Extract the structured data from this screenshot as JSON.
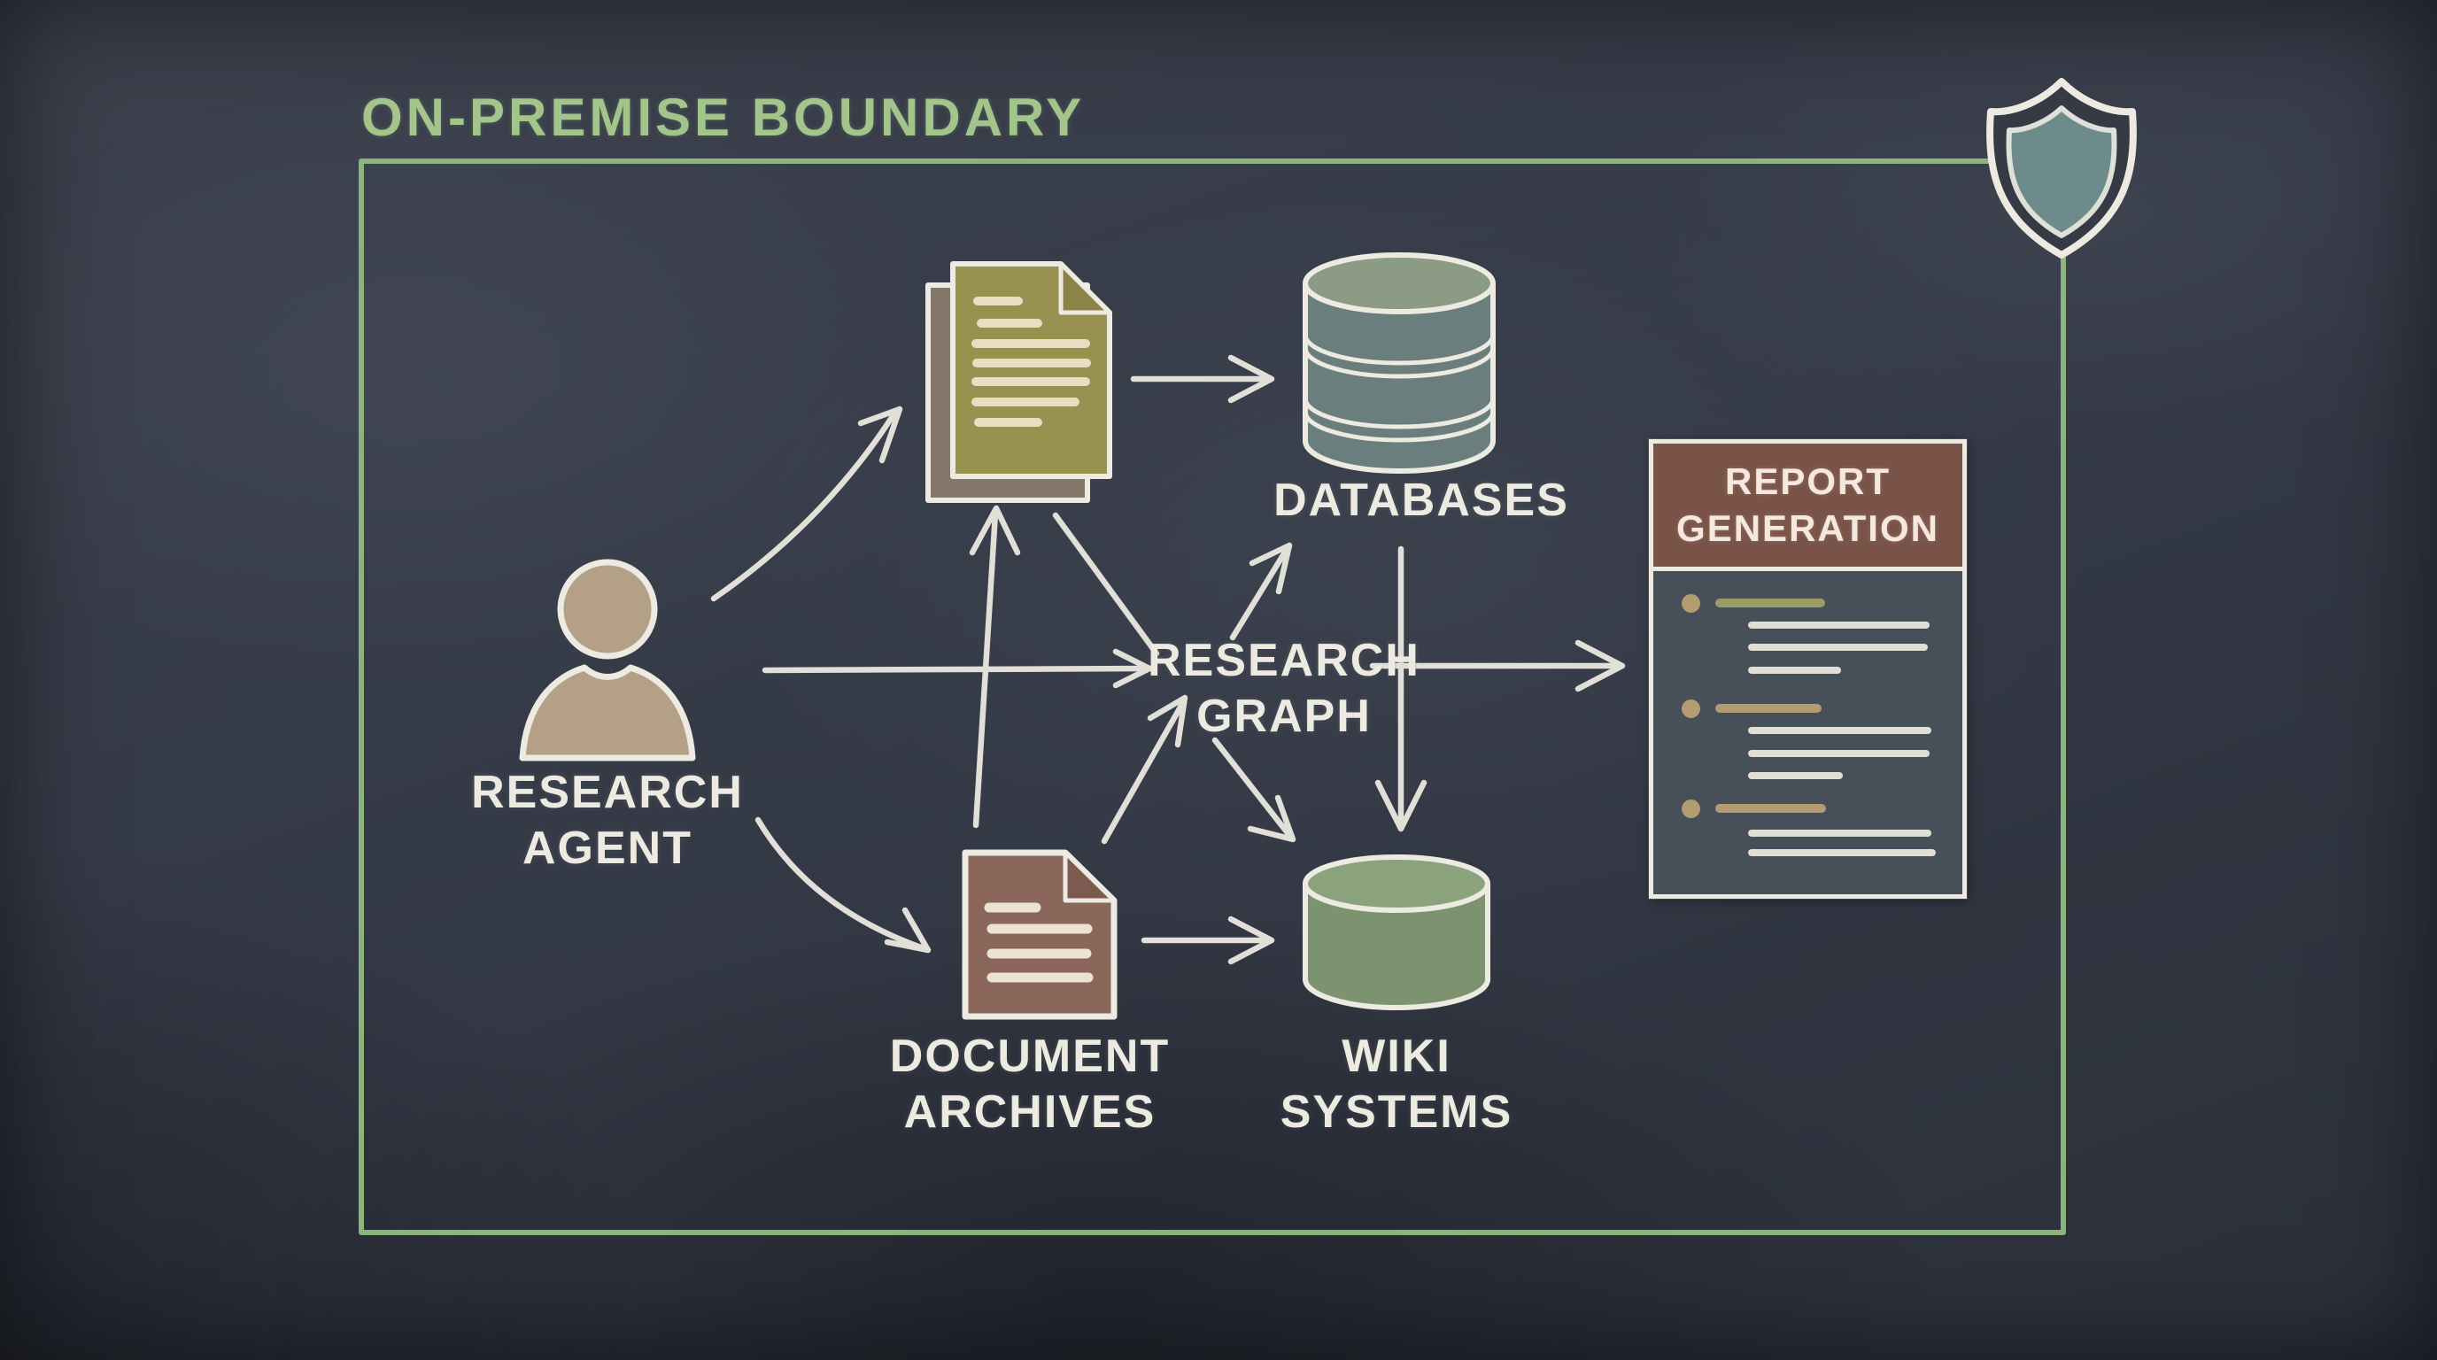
{
  "title": "ON-PREMISE BOUNDARY",
  "nodes": [
    {
      "id": "research-agent",
      "label": "RESEARCH AGENT",
      "icon": "person-icon"
    },
    {
      "id": "source-documents",
      "label": "",
      "icon": "documents-icon"
    },
    {
      "id": "databases",
      "label": "DATABASES",
      "icon": "database-stack-icon"
    },
    {
      "id": "research-graph",
      "label": "RESEARCH GRAPH",
      "icon": ""
    },
    {
      "id": "document-archives",
      "label": "DOCUMENT ARCHIVES",
      "icon": "document-icon"
    },
    {
      "id": "wiki-systems",
      "label": "WIKI SYSTEMS",
      "icon": "cylinder-icon"
    },
    {
      "id": "report-generation",
      "label": "REPORT GENERATION",
      "icon": "report-document-icon"
    }
  ],
  "edges": [
    {
      "from": "research-agent",
      "to": "source-documents",
      "directed": true
    },
    {
      "from": "research-agent",
      "to": "research-graph",
      "directed": true
    },
    {
      "from": "research-agent",
      "to": "document-archives",
      "directed": true
    },
    {
      "from": "source-documents",
      "to": "databases",
      "directed": true
    },
    {
      "from": "document-archives",
      "to": "source-documents",
      "directed": true
    },
    {
      "from": "source-documents",
      "to": "research-graph",
      "directed": false
    },
    {
      "from": "research-graph",
      "to": "databases",
      "directed": true
    },
    {
      "from": "databases",
      "to": "wiki-systems",
      "directed": true
    },
    {
      "from": "document-archives",
      "to": "research-graph",
      "directed": true
    },
    {
      "from": "research-graph",
      "to": "wiki-systems",
      "directed": true
    },
    {
      "from": "document-archives",
      "to": "wiki-systems",
      "directed": true
    },
    {
      "from": "research-graph",
      "to": "report-generation",
      "directed": true
    }
  ],
  "badges": [
    {
      "id": "security-shield",
      "icon": "shield-icon"
    }
  ],
  "colors": {
    "board_dark": "#313642",
    "boundary_green": "#8fbc7d",
    "title_green": "#a3c48b",
    "chalk_white": "#eceae1",
    "agent_tan": "#b3a087",
    "documents_olive": "#99914f",
    "documents_back_page": "#857669",
    "archive_brown": "#8a665b",
    "database_teal": "#6b7e7e",
    "database_top_green": "#8c9b84",
    "wiki_green": "#7d9370",
    "wiki_top_green": "#8ba37d",
    "report_header_brown": "#7a5348",
    "report_header_text": "#f5e8df",
    "report_body_slate": "#475058",
    "bullet_tan": "#b39b72",
    "bullet_olive": "#9c9c66",
    "shield_teal": "#6d8b8b"
  }
}
